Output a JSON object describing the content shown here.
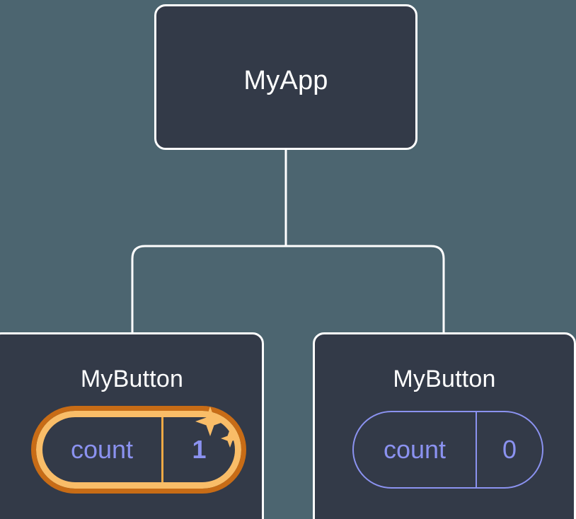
{
  "diagram": {
    "type": "component-tree",
    "background_color": "#4c6570",
    "node_fill_color": "#333a48",
    "node_border_color": "#ffffff",
    "connector_color": "#ffffff",
    "state_color": "#8b92f0",
    "highlight_inner_color": "#f9bd68",
    "highlight_outer_color": "#c86c16",
    "sparkle_color": "#f9bd68"
  },
  "root": {
    "title": "MyApp"
  },
  "children": [
    {
      "title": "MyButton",
      "state": {
        "key": "count",
        "value": "1"
      },
      "highlighted": true,
      "sparkles": true
    },
    {
      "title": "MyButton",
      "state": {
        "key": "count",
        "value": "0"
      },
      "highlighted": false,
      "sparkles": false
    }
  ]
}
